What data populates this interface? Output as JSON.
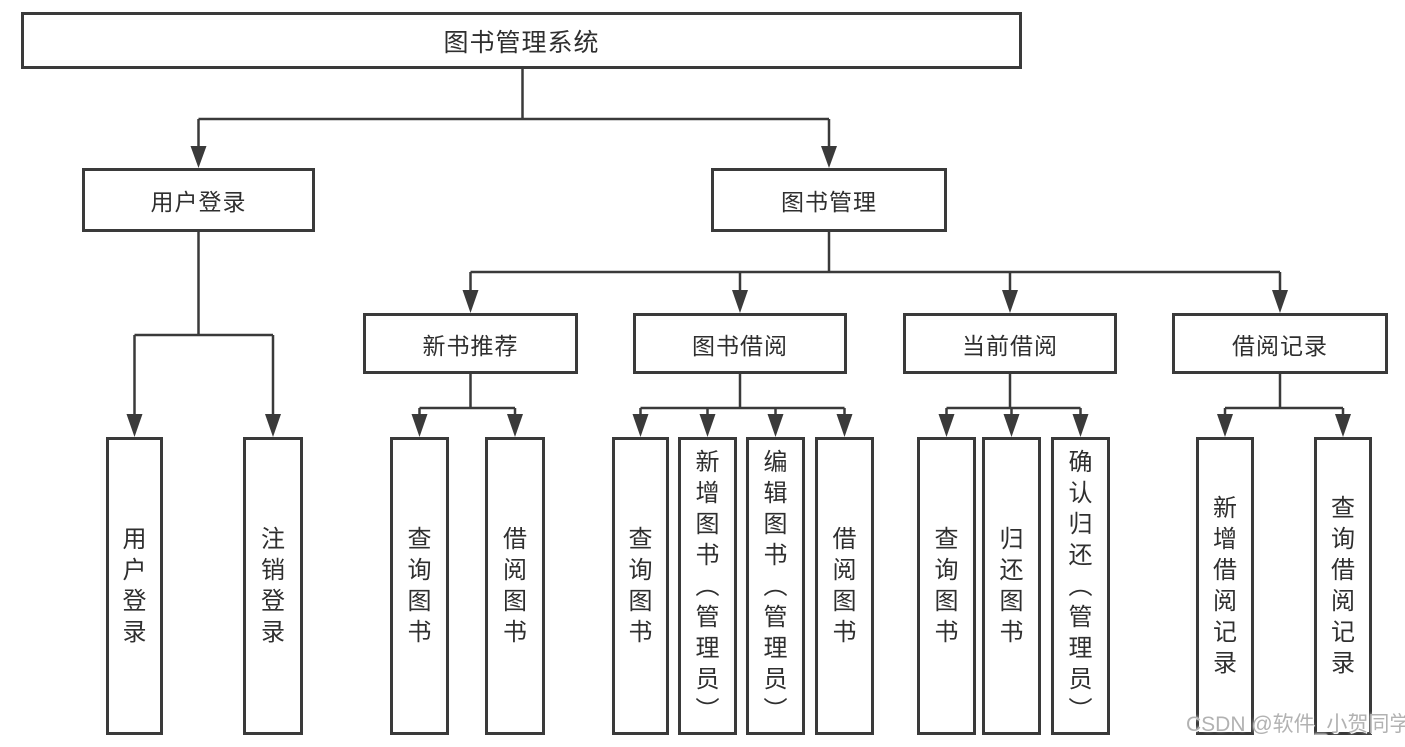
{
  "diagram": {
    "root_label": "图书管理系统",
    "branches": [
      {
        "label": "用户登录",
        "children": [
          {
            "label": "用户登录"
          },
          {
            "label": "注销登录"
          }
        ]
      },
      {
        "label": "图书管理",
        "children": [
          {
            "label": "新书推荐",
            "children": [
              {
                "label": "查询图书"
              },
              {
                "label": "借阅图书"
              }
            ]
          },
          {
            "label": "图书借阅",
            "children": [
              {
                "label": "查询图书"
              },
              {
                "label": "新增图书（管理员）"
              },
              {
                "label": "编辑图书（管理员）"
              },
              {
                "label": "借阅图书"
              }
            ]
          },
          {
            "label": "当前借阅",
            "children": [
              {
                "label": "查询图书"
              },
              {
                "label": "归还图书"
              },
              {
                "label": "确认归还（管理员）"
              }
            ]
          },
          {
            "label": "借阅记录",
            "children": [
              {
                "label": "新增借阅记录"
              },
              {
                "label": "查询借阅记录"
              }
            ]
          }
        ]
      }
    ]
  },
  "watermark": {
    "text": "CSDN @软件_小贺同学"
  },
  "colors": {
    "line": "#3a3a3a",
    "text": "#2f2f2f",
    "watermark": "#b2b2b2",
    "background": "#ffffff"
  }
}
